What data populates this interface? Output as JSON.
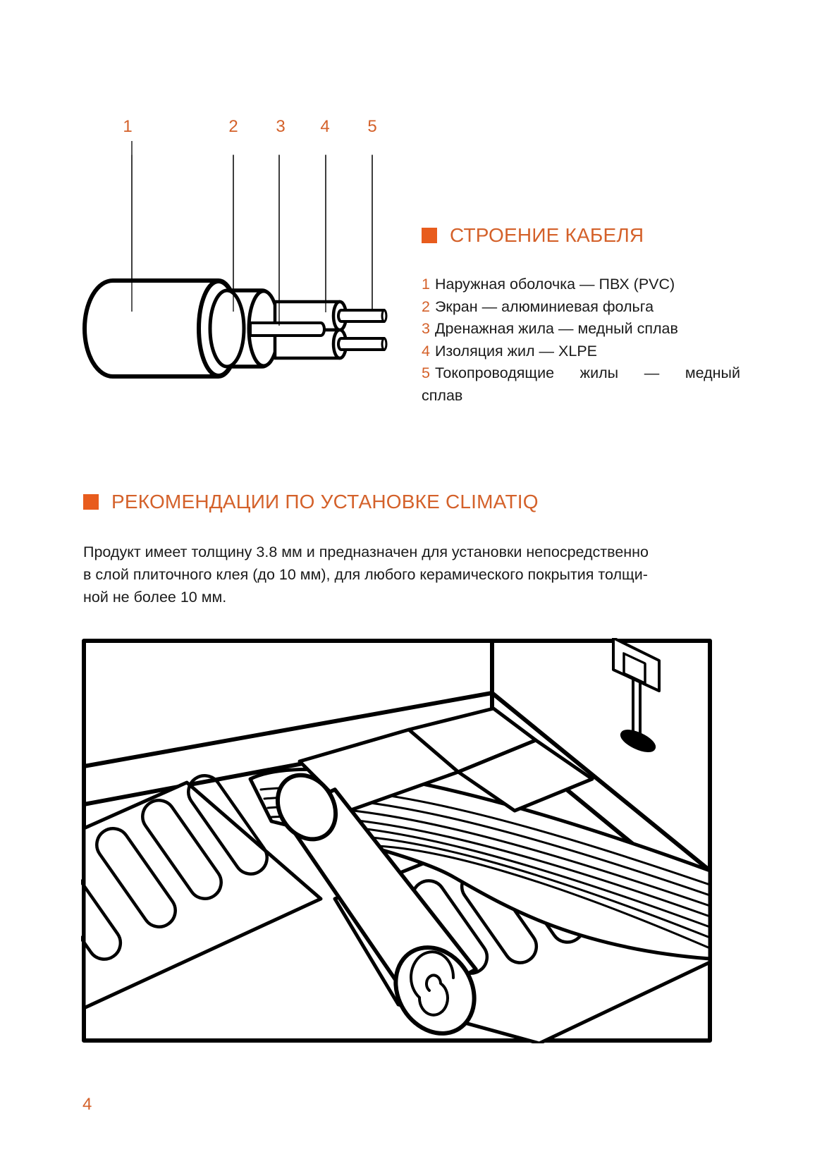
{
  "cable_diagram": {
    "callout_numbers": [
      "1",
      "2",
      "3",
      "4",
      "5"
    ]
  },
  "cable_structure": {
    "title": "СТРОЕНИЕ КАБЕЛЯ",
    "items": [
      {
        "num": "1",
        "text": "Наружная оболочка — ПВХ (PVC)"
      },
      {
        "num": "2",
        "text": "Экран — алюминиевая фольга"
      },
      {
        "num": "3",
        "text": "Дренажная жила — медный сплав"
      },
      {
        "num": "4",
        "text": "Изоляция жил — XLPE"
      },
      {
        "num": "5",
        "text": "Токопроводящие жилы — медный",
        "continuation": "сплав"
      }
    ]
  },
  "installation": {
    "title": "РЕКОМЕНДАЦИИ ПО УСТАНОВКЕ CLIMATIQ",
    "paragraph_lines": [
      "Продукт имеет толщину 3.8 мм и предназначен для установки непосредственно",
      "в слой плиточного клея (до 10 мм),  для любого керамического покрытия толщи-",
      "ной не более 10 мм."
    ]
  },
  "colors": {
    "accent": "#e85c1d",
    "accent_text": "#d4612a",
    "text": "#1a1a1a"
  },
  "page": {
    "number": "4"
  }
}
